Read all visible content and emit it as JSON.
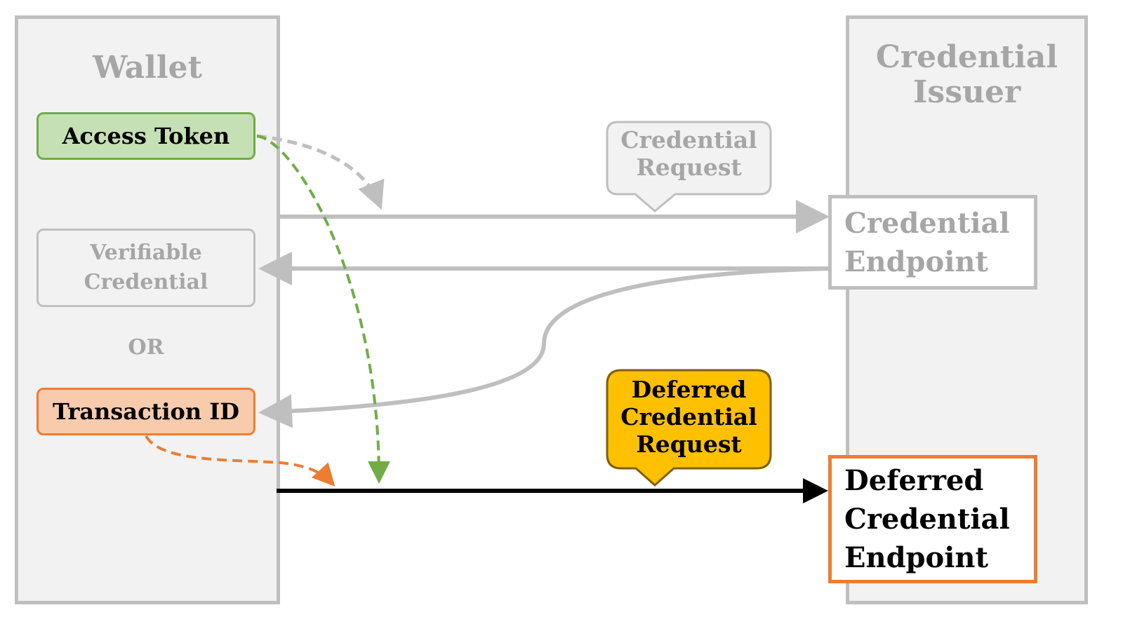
{
  "wallet": {
    "title": "Wallet",
    "access_token": "Access Token",
    "verifiable_credential": [
      "Verifiable",
      "Credential"
    ],
    "or_label": "OR",
    "transaction_id": "Transaction ID"
  },
  "issuer": {
    "title": [
      "Credential",
      "Issuer"
    ],
    "credential_endpoint": [
      "Credential",
      "Endpoint"
    ],
    "deferred_endpoint": [
      "Deferred",
      "Credential",
      "Endpoint"
    ]
  },
  "messages": {
    "credential_request": [
      "Credential",
      "Request"
    ],
    "deferred_credential_request": [
      "Deferred",
      "Credential",
      "Request"
    ]
  },
  "colors": {
    "grey_line": "#bfbfbf",
    "grey_text": "#a6a6a6",
    "green": "#70ad47",
    "green_fill": "#c5e0b4",
    "orange": "#ed7d31",
    "orange_fill": "#f8cbad",
    "yellow_fill": "#ffc000",
    "yellow_border": "#7f6000",
    "black": "#000000"
  }
}
